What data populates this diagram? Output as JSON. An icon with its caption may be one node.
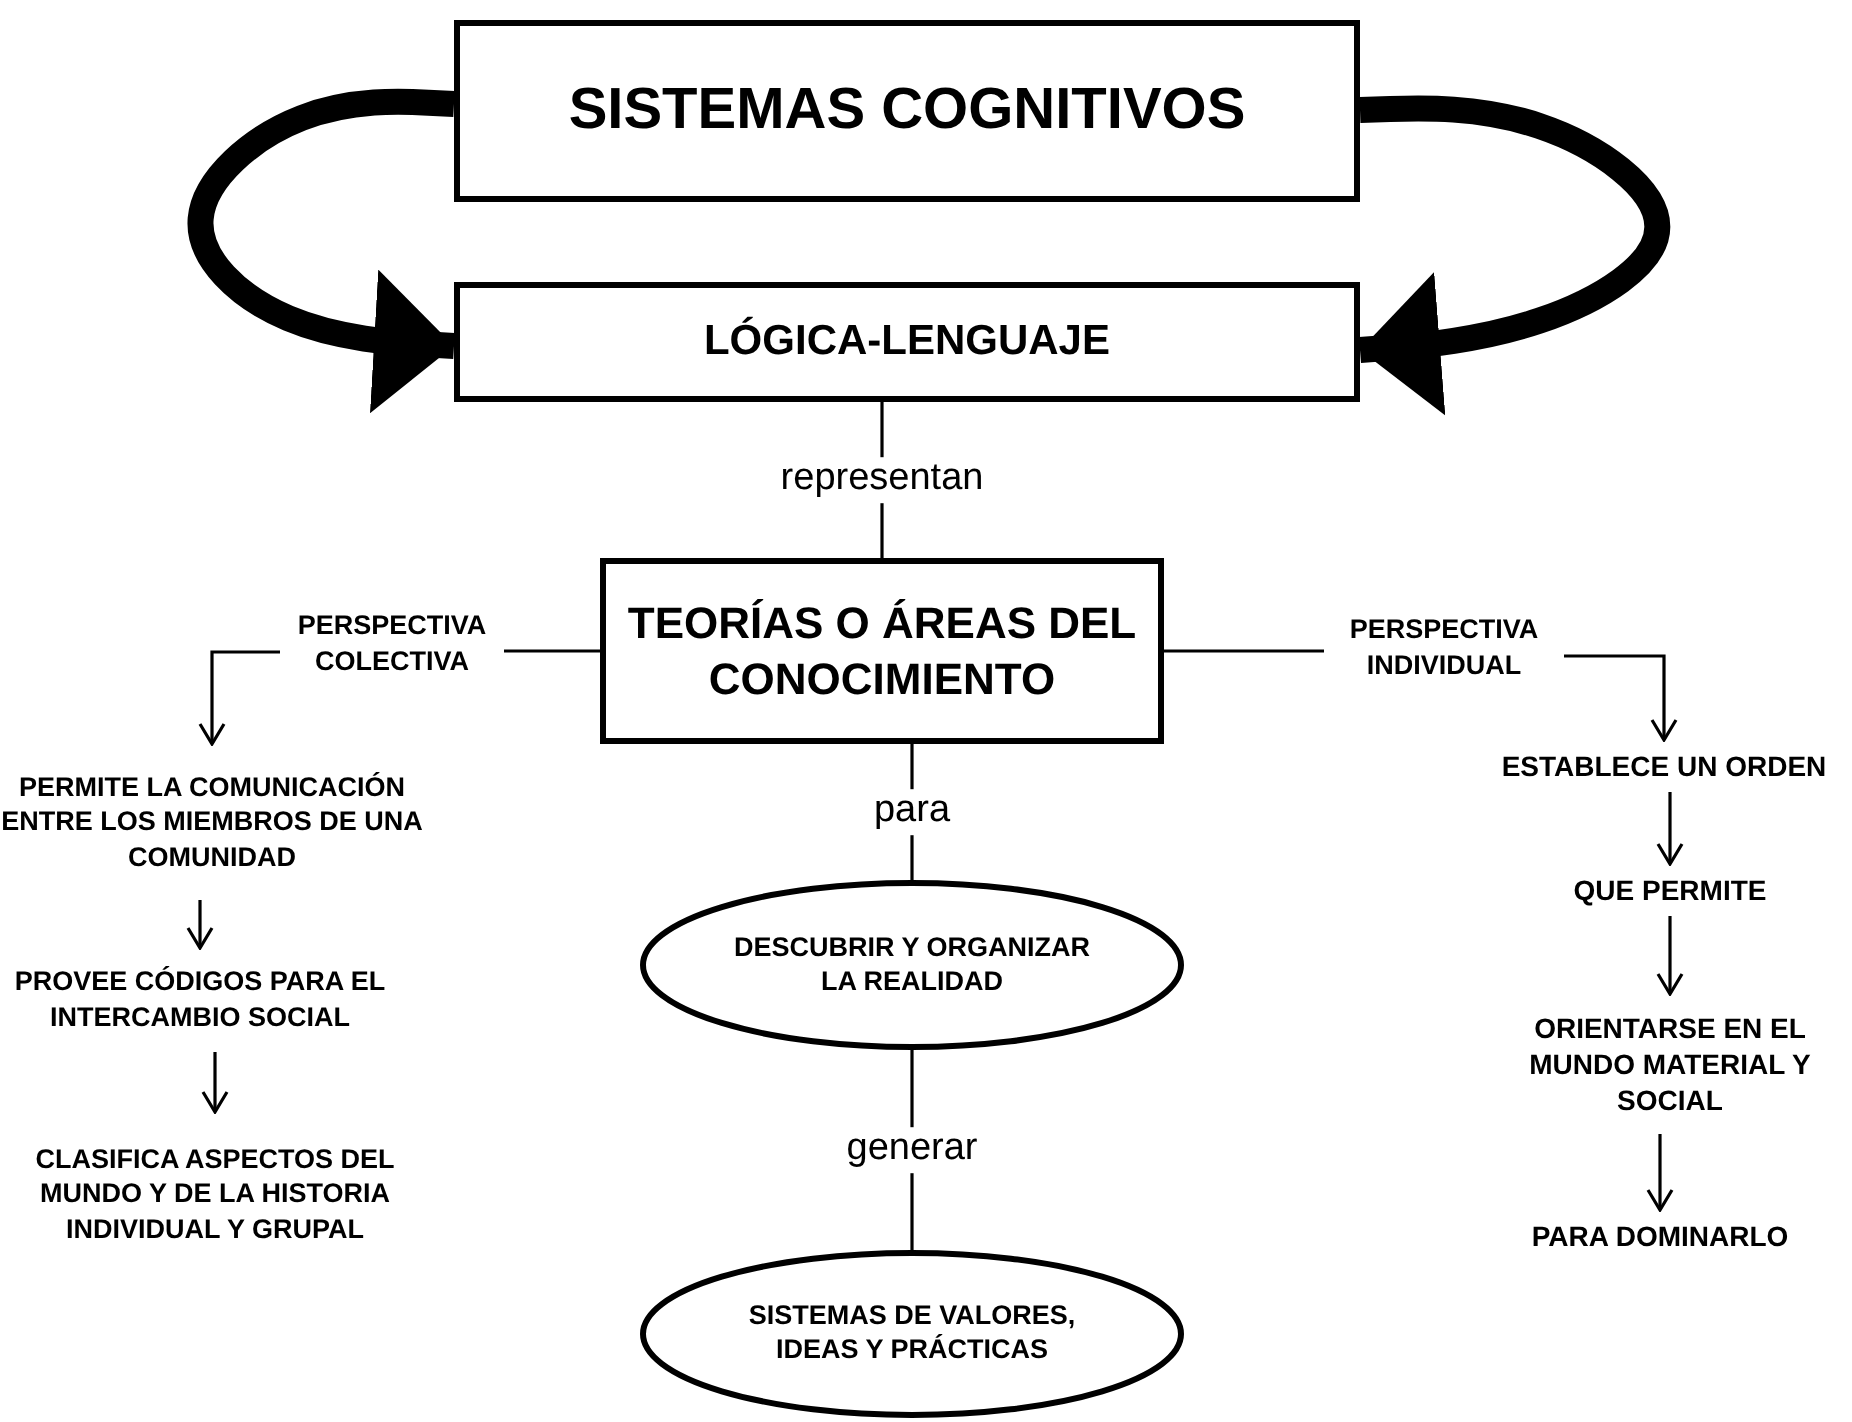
{
  "diagram": {
    "nodes": [
      {
        "text": [
          "SISTEMAS COGNITIVOS"
        ]
      },
      {
        "text": [
          "LÓGICA-LENGUAJE"
        ]
      },
      {
        "text": [
          "TEORÍAS O ÁREAS DEL CONOCIMIENTO"
        ]
      },
      {
        "text": [
          "PERSPECTIVA COLECTIVA"
        ]
      },
      {
        "text": [
          "PERMITE LA COMUNICACIÓN ENTRE  LOS MIEMBROS DE UNA COMUNIDAD"
        ]
      },
      {
        "text": [
          "PROVEE CÓDIGOS PARA EL INTERCAMBIO SOCIAL"
        ]
      },
      {
        "text": [
          "CLASIFICA ASPECTOS DEL MUNDO Y DE LA HISTORIA INDIVIDUAL  Y GRUPAL"
        ]
      },
      {
        "text": [
          "PERSPECTIVA INDIVIDUAL"
        ]
      },
      {
        "text": [
          "ESTABLECE UN ORDEN"
        ]
      },
      {
        "text": [
          "QUE PERMITE"
        ]
      },
      {
        "text": [
          "ORIENTARSE EN EL MUNDO MATERIAL Y SOCIAL"
        ]
      },
      {
        "text": [
          "PARA DOMINARLO"
        ]
      },
      {
        "text": [
          "DESCUBRIR Y ORGANIZAR LA REALIDAD"
        ]
      },
      {
        "text": [
          "SISTEMAS DE VALORES, IDEAS Y PRÁCTICAS"
        ]
      }
    ],
    "edges": [
      {
        "from": 0,
        "to": 1,
        "arrow": "to",
        "style": "thick"
      },
      {
        "from": 0,
        "to": 1,
        "arrow": "to",
        "style": "thick"
      },
      {
        "from": 1,
        "to": 2,
        "arrow": "none",
        "label": "representan"
      },
      {
        "from": 2,
        "to": 3,
        "arrow": "none"
      },
      {
        "from": 3,
        "to": 4,
        "arrow": "to"
      },
      {
        "from": 4,
        "to": 5,
        "arrow": "to"
      },
      {
        "from": 5,
        "to": 6,
        "arrow": "to"
      },
      {
        "from": 2,
        "to": 7,
        "arrow": "none"
      },
      {
        "from": 7,
        "to": 8,
        "arrow": "to"
      },
      {
        "from": 8,
        "to": 9,
        "arrow": "to"
      },
      {
        "from": 9,
        "to": 10,
        "arrow": "to"
      },
      {
        "from": 10,
        "to": 11,
        "arrow": "to"
      },
      {
        "from": 2,
        "to": 12,
        "arrow": "none",
        "label": "para"
      },
      {
        "from": 12,
        "to": 13,
        "arrow": "none",
        "label": "generar"
      }
    ]
  }
}
